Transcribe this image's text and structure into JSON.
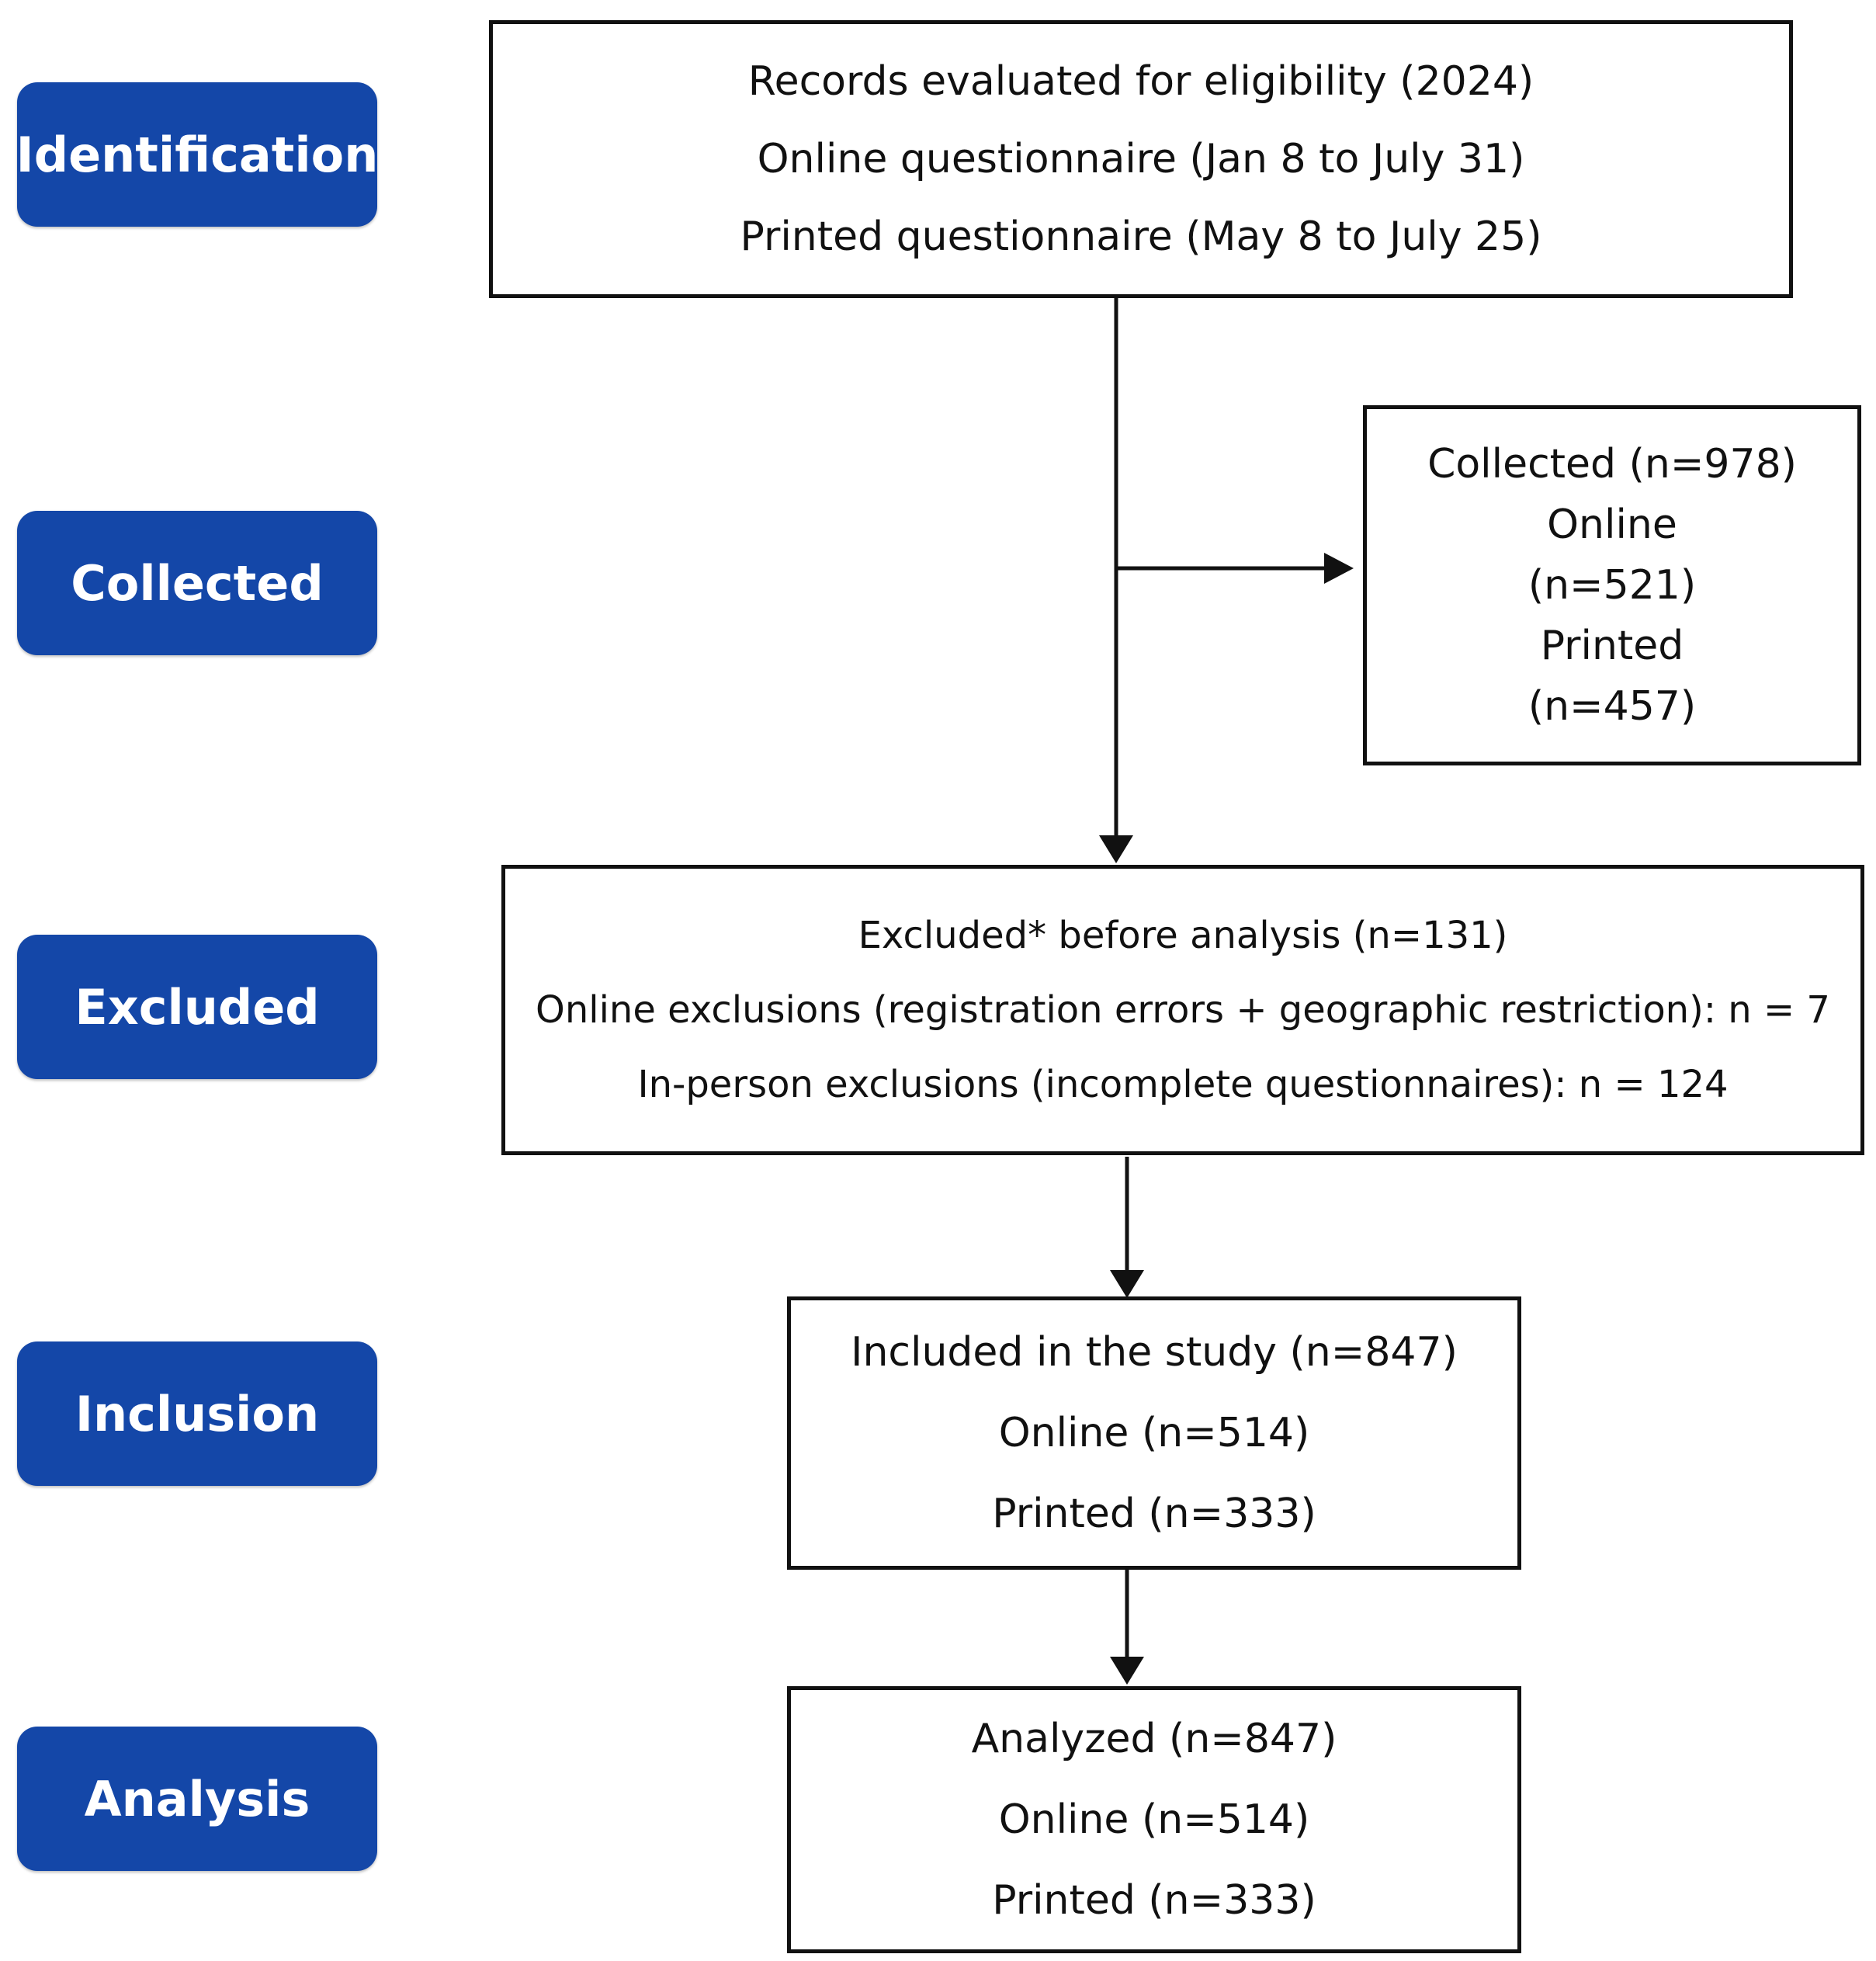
{
  "stages": [
    {
      "label": "Identification"
    },
    {
      "label": "Collected"
    },
    {
      "label": "Excluded"
    },
    {
      "label": "Inclusion"
    },
    {
      "label": "Analysis"
    }
  ],
  "boxes": {
    "identification": {
      "lines": [
        "Records evaluated for eligibility (2024)",
        "Online questionnaire (Jan 8 to July 31)",
        "Printed questionnaire (May 8 to July 25)"
      ]
    },
    "collected": {
      "lines": [
        "Collected (n=978)",
        "Online",
        "(n=521)",
        "Printed",
        "(n=457)"
      ]
    },
    "excluded": {
      "lines": [
        "Excluded* before analysis (n=131)",
        "Online exclusions (registration errors + geographic restriction): n = 7",
        "In-person exclusions (incomplete questionnaires): n = 124"
      ]
    },
    "inclusion": {
      "lines": [
        "Included in the study (n=847)",
        "Online (n=514)",
        "Printed (n=333)"
      ]
    },
    "analysis": {
      "lines": [
        "Analyzed (n=847)",
        "Online (n=514)",
        "Printed (n=333)"
      ]
    }
  },
  "colors": {
    "stage_fill": "#1447a8",
    "stage_text": "#ffffff",
    "box_border": "#111111"
  }
}
